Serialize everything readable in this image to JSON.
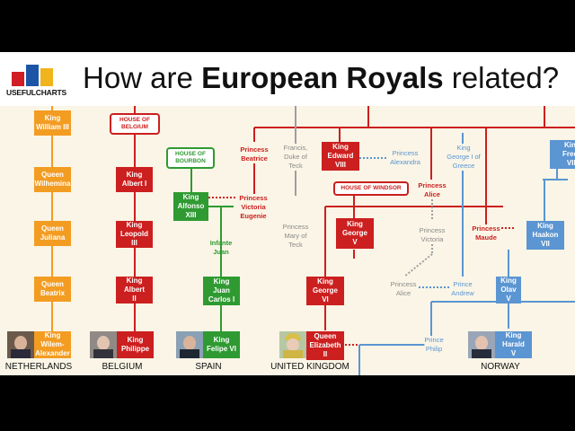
{
  "header": {
    "logo_text": "USEFULCHARTS",
    "title_prefix": "How are ",
    "title_bold": "European Royals",
    "title_suffix": " related?"
  },
  "colors": {
    "netherlands": "#f39c22",
    "belgium": "#cc1f1f",
    "spain": "#2f9a32",
    "uk": "#cc1f1f",
    "norway": "#5b95d2",
    "grey": "#9e9e9e"
  },
  "houses": {
    "belgium": "HOUSE OF\nBELGIUM",
    "bourbon": "HOUSE OF\nBOURBON",
    "windsor": "HOUSE OF WINDSOR"
  },
  "netherlands": [
    "King\nWilliam III",
    "Queen\nWilhemina",
    "Queen\nJuliana",
    "Queen\nBeatrix",
    "King\nWilem-\nAlexander"
  ],
  "belgium": [
    "King\nAlbert I",
    "King\nLeopold\nIII",
    "King\nAlbert\nII",
    "King\nPhilippe"
  ],
  "spain": {
    "alfonso": "King\nAlfonso\nXIII",
    "juan": "Infante\nJuan",
    "juan_carlos": "King\nJuan\nCarlos I",
    "felipe": "King\nFelipe VI",
    "victoria_eugenie": "Princess\nVictoria\nEugenie",
    "beatrice": "Princess\nBeatrice"
  },
  "uk": {
    "francis": "Francis,\nDuke of\nTeck",
    "mary": "Princess\nMary of\nTeck",
    "edward": "King\nEdward\nVIII",
    "george5": "King\nGeorge\nV",
    "george6": "King\nGeorge\nVI",
    "elizabeth": "Queen\nElizabeth\nII",
    "alexandra": "Princess\nAlexandra",
    "alice_top": "Princess\nAlice",
    "victoria": "Princess\nVictoria",
    "alice": "Princess\nAlice",
    "maude": "Princess\nMaude",
    "philip": "Prince\nPhilip"
  },
  "norway": {
    "george_greece": "King\nGeorge I of\nGreece",
    "frederick": "King\nFrede\nVIII",
    "haakon": "King\nHaakon\nVII",
    "olav": "King\nOlav\nV",
    "harald": "King\nHarald\nV",
    "andrew": "Prince\nAndrew"
  },
  "countries": [
    "NETHERLANDS",
    "BELGIUM",
    "SPAIN",
    "UNITED KINGDOM",
    "NORWAY"
  ]
}
